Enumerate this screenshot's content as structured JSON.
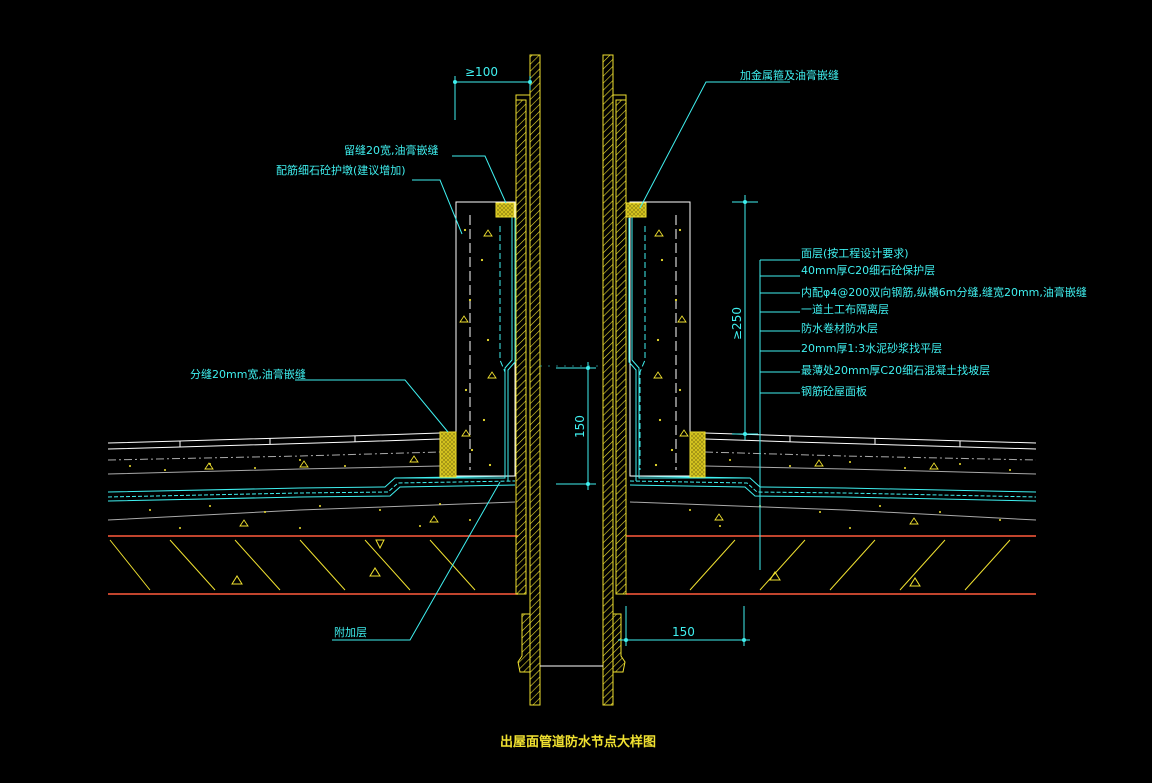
{
  "title": "出屋面管道防水节点大样图",
  "dimensions": {
    "top_min": "≥100",
    "height_min": "≥250",
    "inner_height": "150",
    "bottom_offset": "150"
  },
  "left_annotations": {
    "seal_gap": "留缝20宽,油膏嵌缝",
    "guard_pier": "配筋细石砼护墩(建议增加)",
    "split_gap": "分缝20mm宽,油膏嵌缝",
    "extra_layer": "附加层"
  },
  "right_annotations": {
    "top_seal": "加金属箍及油膏嵌缝",
    "layers": [
      "面层(按工程设计要求)",
      "40mm厚C20细石砼保护层",
      "内配φ4@200双向钢筋,纵横6m分缝,缝宽20mm,油膏嵌缝",
      "一道土工布隔离层",
      "防水卷材防水层",
      "20mm厚1:3水泥砂浆找平层",
      "最薄处20mm厚C20细石混凝土找坡层",
      "钢筋砼屋面板"
    ]
  },
  "colors": {
    "background": "#000000",
    "annotation": "#3ff0f0",
    "pipe": "#f0e130",
    "slab_edge": "#ff5a3c",
    "membrane": "#3ff0f0"
  }
}
